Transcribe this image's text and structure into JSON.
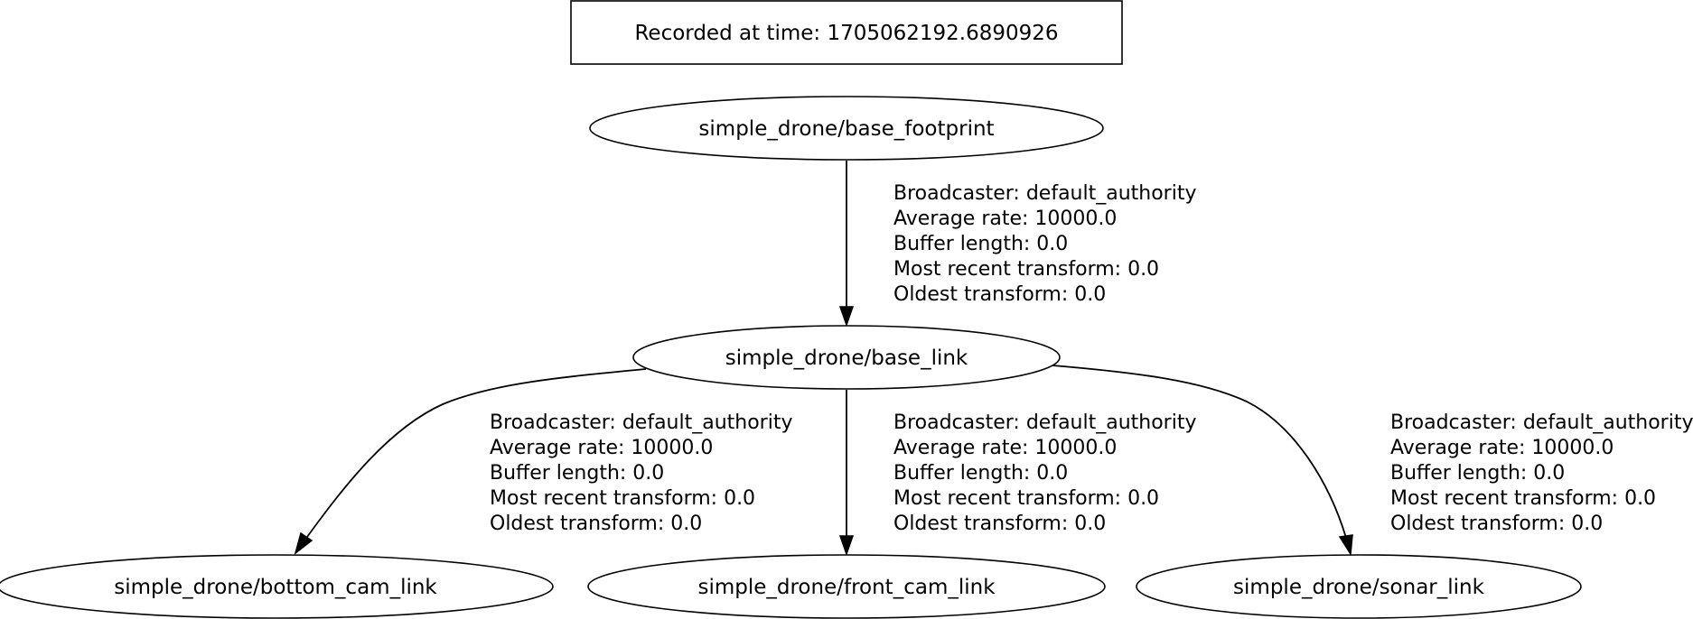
{
  "header": {
    "text": "Recorded at time: 1705062192.6890926"
  },
  "nodes": {
    "base_footprint": "simple_drone/base_footprint",
    "base_link": "simple_drone/base_link",
    "bottom_cam_link": "simple_drone/bottom_cam_link",
    "front_cam_link": "simple_drone/front_cam_link",
    "sonar_link": "simple_drone/sonar_link"
  },
  "edges": [
    {
      "from": "simple_drone/base_footprint",
      "to": "simple_drone/base_link",
      "lines": [
        "Broadcaster: default_authority",
        "Average rate: 10000.0",
        "Buffer length: 0.0",
        "Most recent transform: 0.0",
        "Oldest transform: 0.0"
      ]
    },
    {
      "from": "simple_drone/base_link",
      "to": "simple_drone/bottom_cam_link",
      "lines": [
        "Broadcaster: default_authority",
        "Average rate: 10000.0",
        "Buffer length: 0.0",
        "Most recent transform: 0.0",
        "Oldest transform: 0.0"
      ]
    },
    {
      "from": "simple_drone/base_link",
      "to": "simple_drone/front_cam_link",
      "lines": [
        "Broadcaster: default_authority",
        "Average rate: 10000.0",
        "Buffer length: 0.0",
        "Most recent transform: 0.0",
        "Oldest transform: 0.0"
      ]
    },
    {
      "from": "simple_drone/base_link",
      "to": "simple_drone/sonar_link",
      "lines": [
        "Broadcaster: default_authority",
        "Average rate: 10000.0",
        "Buffer length: 0.0",
        "Most recent transform: 0.0",
        "Oldest transform: 0.0"
      ]
    }
  ]
}
